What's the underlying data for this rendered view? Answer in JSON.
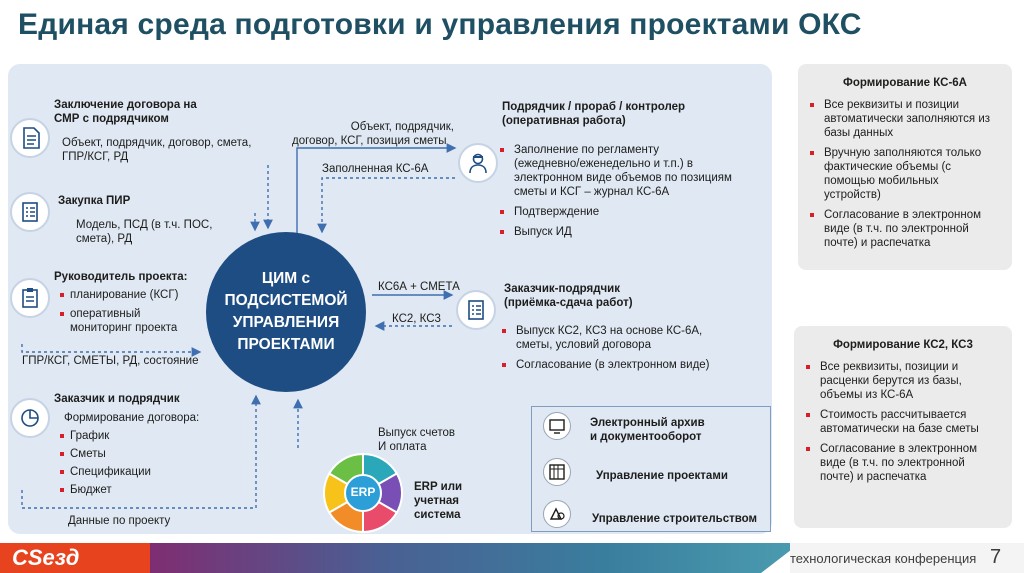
{
  "title": "Единая среда подготовки и управления проектами ОКС",
  "center": {
    "line1": "ЦИМ с",
    "line2": "ПОДСИСТЕМОЙ",
    "line3": "УПРАВЛЕНИЯ",
    "line4": "ПРОЕКТАМИ"
  },
  "left_blocks": {
    "contract": {
      "title1": "Заключение договора на",
      "title2": "СМР с подрядчиком",
      "text1": "Объект, подрядчик, договор, смета,",
      "text2": "ГПР/КСГ, РД"
    },
    "pir": {
      "title": "Закупка ПИР",
      "text1": "Модель, ПСД (в т.ч. ПОС,",
      "text2": "смета), РД"
    },
    "manager": {
      "title": "Руководитель проекта:",
      "b1": "планирование (КСГ)",
      "b2a": "оперативный",
      "b2b": "мониторинг проекта",
      "flow": "ГПР/КСГ, СМЕТЫ, РД, состояние"
    },
    "customer": {
      "title": "Заказчик и подрядчик",
      "text": "Формирование договора:",
      "items": [
        "График",
        "Сметы",
        "Спецификации",
        "Бюджет"
      ],
      "flow": "Данные по проекту"
    }
  },
  "flows": {
    "top1": "Объект, подрядчик,",
    "top2": "договор, КСГ, позиция сметы",
    "ks6a": "Заполненная КС-6А",
    "ks6a_smeta": "КС6А + СМЕТА",
    "ks23": "КС2, КС3",
    "erp1": "Выпуск счетов",
    "erp2": "И оплата"
  },
  "contractor": {
    "title1": "Подрядчик / прораб / контролер",
    "title2": "(оперативная работа)",
    "b1_1": "Заполнение по регламенту",
    "b1_2": "(ежедневно/еженедельно и т.п.) в",
    "b1_3": "электронном виде объемов по позициям",
    "b1_4": "сметы и КСГ – журнал КС-6А",
    "b2": "Подтверждение",
    "b3": "Выпуск ИД"
  },
  "client": {
    "title1": "Заказчик-подрядчик",
    "title2": "(приёмка-сдача  работ)",
    "b1_1": "Выпуск КС2, КС3 на основе КС-6А,",
    "b1_2": "сметы, условий  договора",
    "b2": "Согласование (в электронном виде)"
  },
  "erp": {
    "label": "ERP",
    "name1": "ERP или",
    "name2": "учетная",
    "name3": "система"
  },
  "systems": {
    "archive1": "Электронный архив",
    "archive2": "и документооборот",
    "pm": "Управление проектами",
    "construction": "Управление строительством"
  },
  "ks6a_panel": {
    "title": "Формирование КС-6А",
    "items": [
      "Все реквизиты и позиции автоматически заполняются из базы данных",
      "Вручную заполняются только фактические объемы (с помощью мобильных устройств)",
      "Согласование в электронном виде   (в т.ч. по электронной почте) и распечатка"
    ]
  },
  "ks23_panel": {
    "title": "Формирование КС2, КС3",
    "items": [
      "Все реквизиты, позиции  и расценки берутся из базы, объемы из КС-6А",
      "Стоимость рассчитывается автоматически на базе сметы",
      "Согласование в электронном виде  (в т.ч. по электронной почте) и распечатка"
    ]
  },
  "footer": {
    "logo": "CSезд",
    "conference": "технологическая конференция",
    "page": "7"
  },
  "colors": {
    "title": "#1f4f63",
    "center": "#1e4d84",
    "arrow": "#3f6fb0",
    "bullet": "#d71f28",
    "logo_bg": "#e8431f",
    "panel": "#dfe8f3"
  }
}
